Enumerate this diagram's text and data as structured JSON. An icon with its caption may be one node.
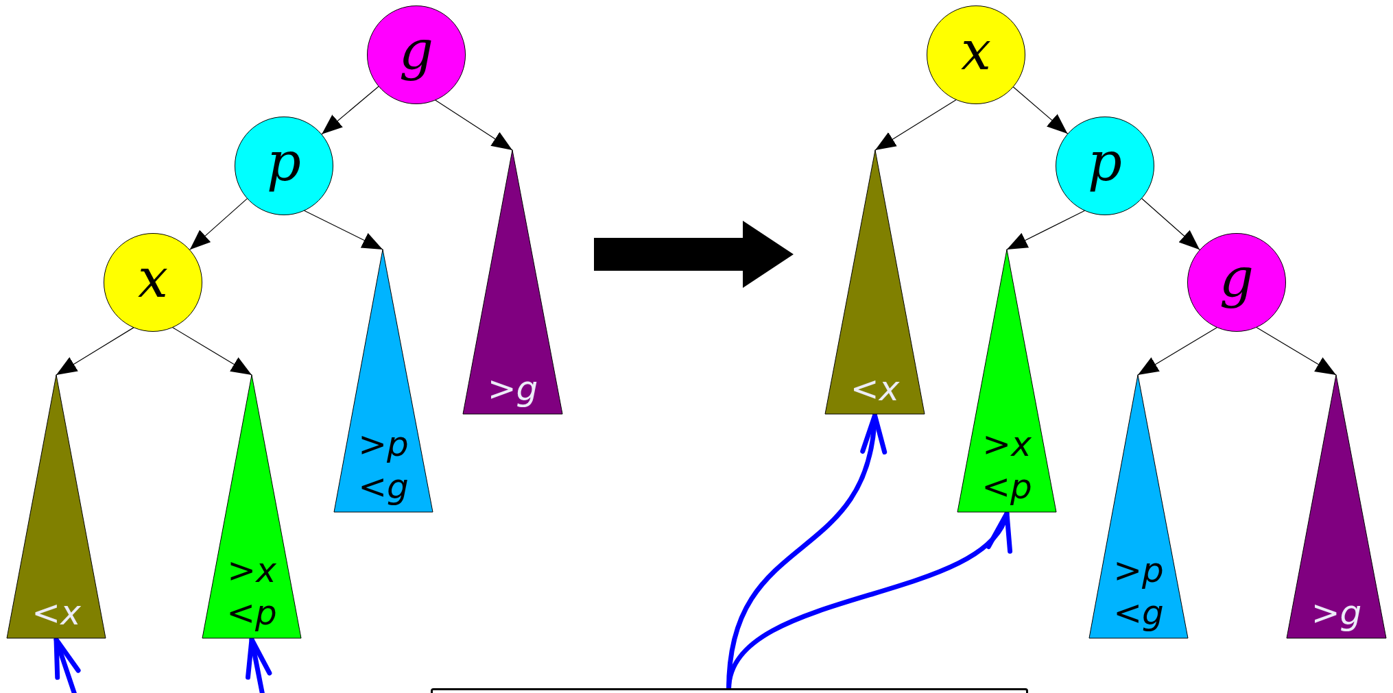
{
  "diagram": {
    "nodes": [
      {
        "text": [],
        "shape": "picture"
      },
      {
        "text": [
          "g"
        ],
        "in": 0
      },
      {
        "text": [
          "p"
        ],
        "in": 0
      },
      {
        "text": [
          "x"
        ],
        "in": 0
      },
      {
        "text": [
          "<*x*"
        ],
        "in": 0
      },
      {
        "text": [
          ">*x*",
          "<*p*"
        ],
        "in": 0
      },
      {
        "text": [
          ">*p*",
          "<*g*"
        ],
        "in": 0
      },
      {
        "text": [
          ">*g*"
        ],
        "in": 0
      },
      {
        "text": [],
        "shape": "picture"
      },
      {
        "text": [
          "x"
        ],
        "in": 8
      },
      {
        "text": [
          "p"
        ],
        "in": 8
      },
      {
        "text": [
          "g"
        ],
        "in": 8
      },
      {
        "text": [
          "<*x*"
        ],
        "in": 8
      },
      {
        "text": [
          ">*x*",
          "<*p*"
        ],
        "in": 8
      },
      {
        "text": [
          ">*p*",
          "<*g*"
        ],
        "in": 8
      },
      {
        "text": [
          ">*g*"
        ],
        "in": 8
      },
      {
        "text": [],
        "shape": "box"
      }
    ],
    "edges": [
      {
        "from": 1,
        "to": 2,
        "arrow": "to"
      },
      {
        "from": 1,
        "to": 7,
        "arrow": "to"
      },
      {
        "from": 2,
        "to": 3,
        "arrow": "to"
      },
      {
        "from": 2,
        "to": 6,
        "arrow": "to"
      },
      {
        "from": 3,
        "to": 4,
        "arrow": "to"
      },
      {
        "from": 3,
        "to": 5,
        "arrow": "to"
      },
      {
        "from": null,
        "to": 4,
        "arrow": "to",
        "style": "thick",
        "color": "#0000ff"
      },
      {
        "from": null,
        "to": 5,
        "arrow": "to",
        "style": "thick",
        "color": "#0000ff"
      },
      {
        "from": 9,
        "to": 12,
        "arrow": "to"
      },
      {
        "from": 9,
        "to": 10,
        "arrow": "to"
      },
      {
        "from": 10,
        "to": 13,
        "arrow": "to"
      },
      {
        "from": 10,
        "to": 11,
        "arrow": "to"
      },
      {
        "from": 11,
        "to": 14,
        "arrow": "to"
      },
      {
        "from": 11,
        "to": 15,
        "arrow": "to"
      },
      {
        "from": 16,
        "to": 12,
        "arrow": "to",
        "style": "thick",
        "color": "#0000ff"
      },
      {
        "from": 16,
        "to": 13,
        "arrow": "to",
        "style": "thick",
        "color": "#0000ff"
      },
      {
        "from": 0,
        "to": 8,
        "arrow": "to",
        "style": "thick"
      }
    ]
  }
}
